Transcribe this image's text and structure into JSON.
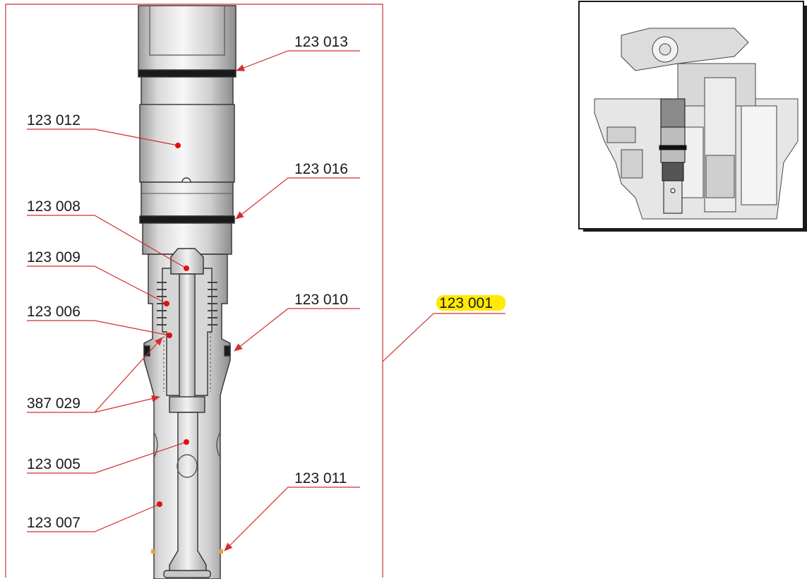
{
  "callouts": [
    {
      "id": "c1",
      "label": "123 013"
    },
    {
      "id": "c2",
      "label": "123 012"
    },
    {
      "id": "c3",
      "label": "123 016"
    },
    {
      "id": "c4",
      "label": "123 008"
    },
    {
      "id": "c5",
      "label": "123 009"
    },
    {
      "id": "c6",
      "label": "123 006"
    },
    {
      "id": "c7",
      "label": "123 010"
    },
    {
      "id": "c8",
      "label": "387 029"
    },
    {
      "id": "c9",
      "label": "123 005"
    },
    {
      "id": "c10",
      "label": "123 011"
    },
    {
      "id": "c11",
      "label": "123 007"
    }
  ],
  "assembly": {
    "label": "123 001",
    "highlight_color": "#ffea00"
  },
  "colors": {
    "frame": "#d32f2f",
    "leader": "#d32f2f",
    "marker": "#e01010",
    "part_fill": "#eaeaea",
    "part_stroke": "#333333",
    "oring": "#1a1a1a",
    "accent": "#e8a13a"
  }
}
